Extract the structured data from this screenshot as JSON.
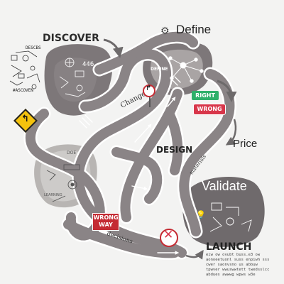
{
  "stages": {
    "discover": "DISCOVER",
    "define": "Define",
    "design": "DESIGN",
    "price": "Price",
    "validate": "Validate",
    "launch": "LAUNCH"
  },
  "bubble_scribbles": {
    "discover_inner": "446",
    "define_inner": "DEFINE",
    "design_inner": "DOE",
    "design_inner_sub": "LEARNING",
    "sketch_top": "DESCBS",
    "sketch_bottom": "#ASCOVEN"
  },
  "road_labels": {
    "changes": "Changes",
    "materials": "materials",
    "decisions": "decisions"
  },
  "signs": {
    "right": "RIGHT",
    "wrong": "WRONG",
    "wrong_way_line1": "WRONG",
    "wrong_way_line2": "WAY"
  },
  "launch_caption": [
    "eiw ow ovubt buss.e3 ow",
    "aonoeetuonl suss enpiwh sss",
    "cwer saonvsno us abbuw",
    "tpwver wwuswwtett twedsslcc",
    "abdues awwwg wpws w3e"
  ],
  "colors": {
    "road": "#8a8486",
    "road_edge": "#ffffff",
    "bubble": "#7d7779",
    "bubble_light": "#c9c6c4",
    "right_sign": "#2fb06a",
    "wrong_sign": "#d8364a",
    "wrong_way_sign": "#c42b33",
    "arrow": "#6d6a6b",
    "diamond_sign": "#f4c20d"
  },
  "icons": [
    "gear-icon",
    "u-turn-diamond-sign",
    "no-turn-sign",
    "x-mark-sign",
    "lightbulb-icon"
  ]
}
